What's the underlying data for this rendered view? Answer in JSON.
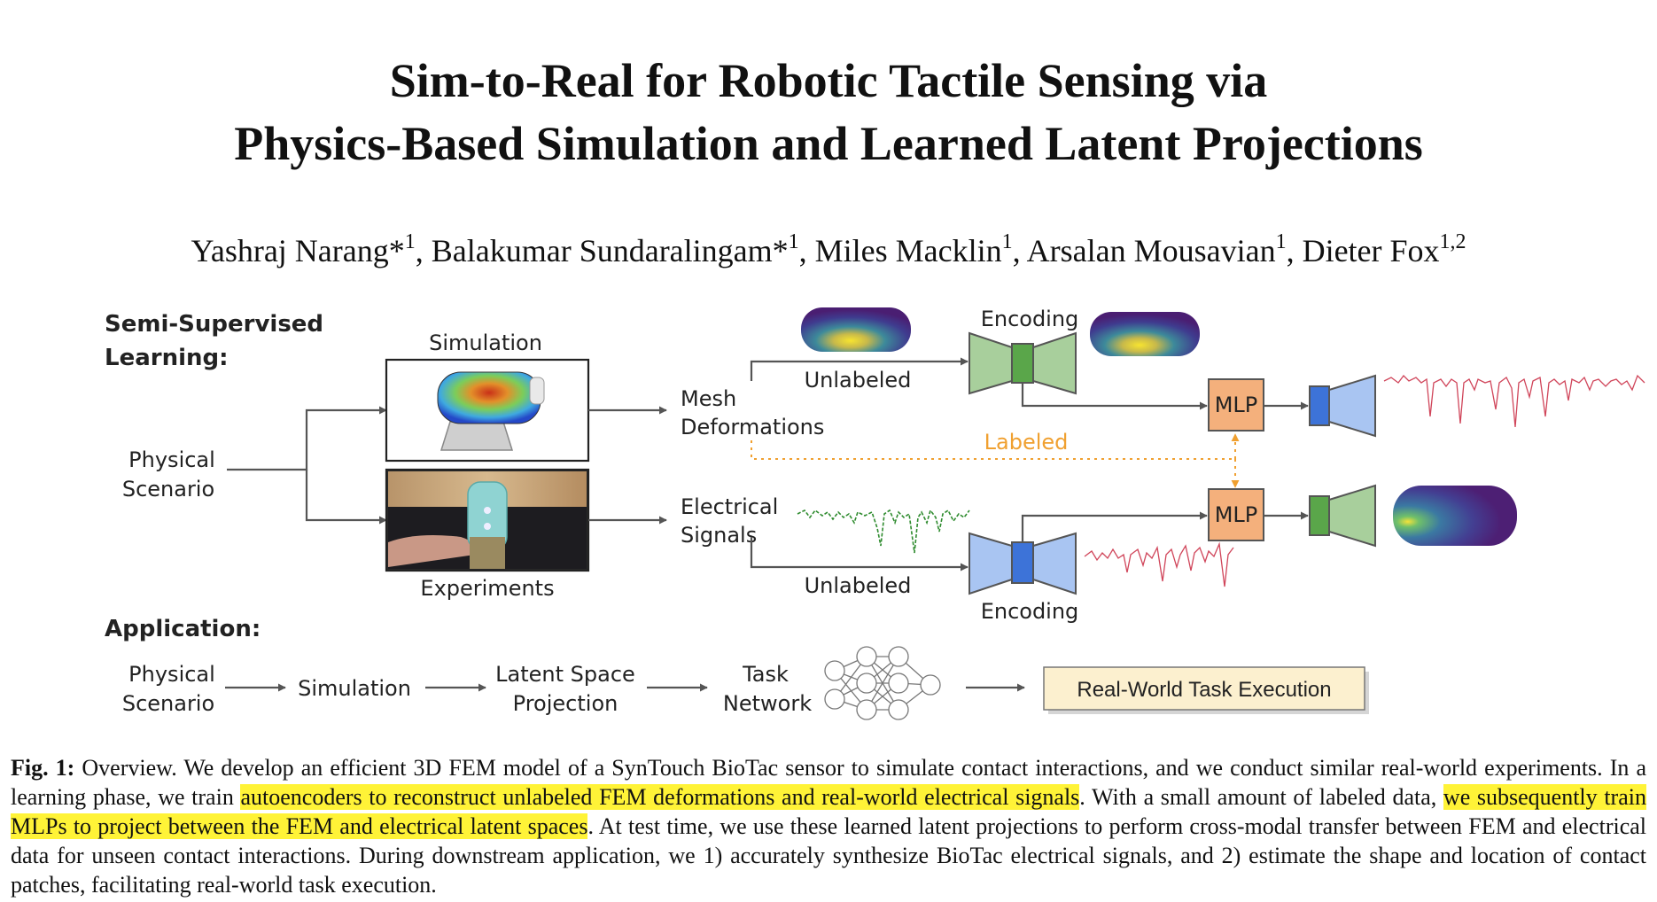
{
  "title_line1": "Sim-to-Real for Robotic Tactile Sensing via",
  "title_line2": "Physics-Based Simulation and Learned Latent Projections",
  "authors": [
    {
      "name": "Yashraj Narang*",
      "aff": "1"
    },
    {
      "name": "Balakumar Sundaralingam*",
      "aff": "1"
    },
    {
      "name": "Miles Macklin",
      "aff": "1"
    },
    {
      "name": "Arsalan Mousavian",
      "aff": "1"
    },
    {
      "name": "Dieter Fox",
      "aff": "1,2"
    }
  ],
  "figure": {
    "semi_supervised_line1": "Semi-Supervised",
    "semi_supervised_line2": "Learning:",
    "physical": "Physical",
    "scenario": "Scenario",
    "simulation": "Simulation",
    "experiments": "Experiments",
    "mesh": "Mesh",
    "deformations": "Deformations",
    "electrical": "Electrical",
    "signals": "Signals",
    "unlabeled_top": "Unlabeled",
    "unlabeled_bottom": "Unlabeled",
    "encoding_top": "Encoding",
    "encoding_bottom": "Encoding",
    "labeled": "Labeled",
    "mlp_top": "MLP",
    "mlp_bottom": "MLP",
    "application": "Application:",
    "app_physical": "Physical",
    "app_scenario": "Scenario",
    "app_simulation": "Simulation",
    "latent_space": "Latent Space",
    "projection": "Projection",
    "task": "Task",
    "network": "Network",
    "real_world": "Real-World Task Execution",
    "colors": {
      "encoder_green": "#a8cf9c",
      "latent_green": "#5aa64a",
      "encoder_blue": "#a9c5f2",
      "latent_blue": "#3d73d8",
      "mlp_orange": "#f4b07c",
      "labeled_orange": "#f0a030",
      "signal_red": "#d0455a",
      "signal_green": "#2e8b2e",
      "task_box": "#fcf0cf"
    }
  },
  "caption": {
    "label": "Fig. 1:",
    "t1": " Overview. We develop an efficient 3D FEM model of a SynTouch BioTac sensor to simulate contact interactions, and we conduct similar real-world experiments. In a learning phase, we train ",
    "h1": "autoencoders to reconstruct unlabeled FEM deformations and real-world electrical signals",
    "t2": ". With a small amount of labeled data, ",
    "h2": "we subsequently train MLPs to project between the FEM and electrical latent spaces",
    "t3": ". At test time, we use these learned latent projections to perform cross-modal transfer between FEM and electrical data for unseen contact interactions. During downstream application, we 1) accurately synthesize BioTac electrical signals, and 2) estimate the shape and location of contact patches, facilitating real-world task execution."
  }
}
